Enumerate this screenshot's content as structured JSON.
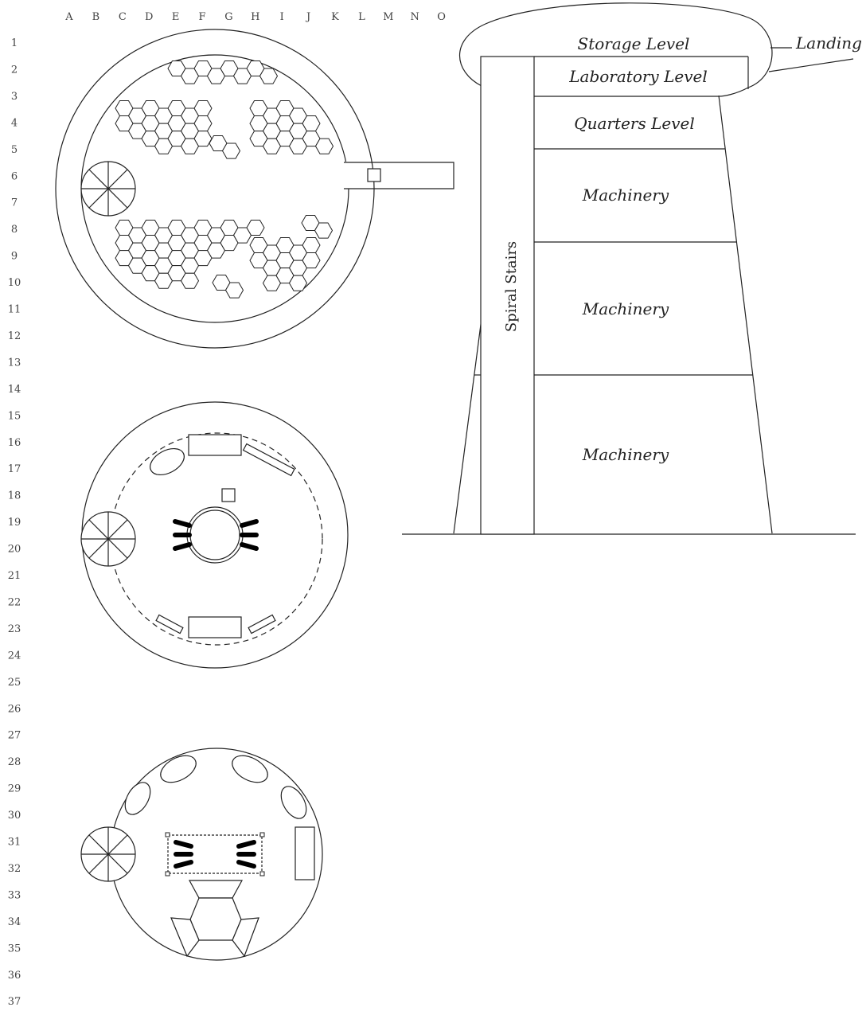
{
  "grid": {
    "columns": [
      "A",
      "B",
      "C",
      "D",
      "E",
      "F",
      "G",
      "H",
      "I",
      "J",
      "K",
      "L",
      "M",
      "N",
      "O"
    ],
    "rows": [
      "1",
      "2",
      "3",
      "4",
      "5",
      "6",
      "7",
      "8",
      "9",
      "10",
      "11",
      "12",
      "13",
      "14",
      "15",
      "16",
      "17",
      "18",
      "19",
      "20",
      "21",
      "22",
      "23",
      "24",
      "25",
      "26",
      "27",
      "28",
      "29",
      "30",
      "31",
      "32",
      "33",
      "34",
      "35",
      "36",
      "37"
    ]
  },
  "elevation": {
    "storage": "Storage Level",
    "landing": "Landing",
    "laboratory": "Laboratory Level",
    "quarters": "Quarters Level",
    "machinery_1": "Machinery",
    "machinery_2": "Machinery",
    "machinery_3": "Machinery",
    "stairs": "Spiral Stairs"
  }
}
